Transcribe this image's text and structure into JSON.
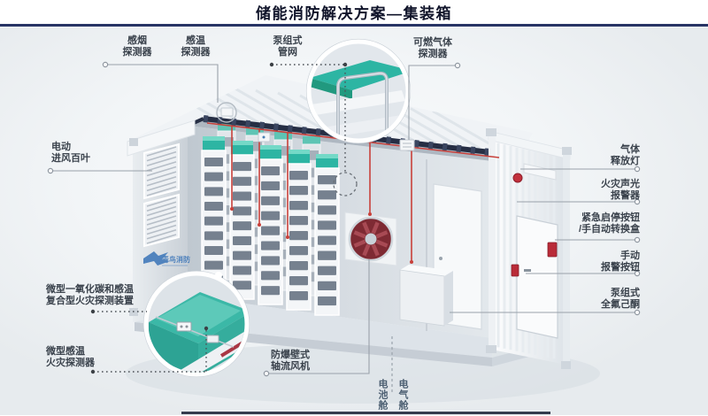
{
  "title": "储能消防解决方案—集装箱",
  "logo": {
    "brand": "青鸟消防"
  },
  "labels": {
    "smoke": {
      "l1": "感烟",
      "l2": "探测器"
    },
    "temp": {
      "l1": "感温",
      "l2": "探测器"
    },
    "pump_pipe": {
      "l1": "泵组式",
      "l2": "管网"
    },
    "gas": {
      "l1": "可燃气体",
      "l2": "探测器"
    },
    "louver": {
      "l1": "电动",
      "l2": "进风百叶"
    },
    "co_composite": {
      "l1": "微型一氧化碳和感温",
      "l2": "复合型火灾探测装置"
    },
    "micro_temp": {
      "l1": "微型感温",
      "l2": "火灾探测器"
    },
    "axial_fan": {
      "l1": "防爆壁式",
      "l2": "轴流风机"
    },
    "gas_release": {
      "l1": "气体",
      "l2": "释放灯"
    },
    "sound_light": {
      "l1": "火灾声光",
      "l2": "报警器"
    },
    "emergency": {
      "l1": "紧急启停按钮",
      "l2": "/手自动转换盒"
    },
    "manual": {
      "l1": "手动",
      "l2": "报警按钮"
    },
    "pfh": {
      "l1": "泵组式",
      "l2": "全氟己酮"
    }
  },
  "compartments": {
    "battery": "电池舱",
    "electrical": "电气舱"
  },
  "colors": {
    "accent_navy": "#283465",
    "teal": "#2db5a3",
    "pipe_red": "#c8403a",
    "alarm_red": "#bf2b3a"
  }
}
